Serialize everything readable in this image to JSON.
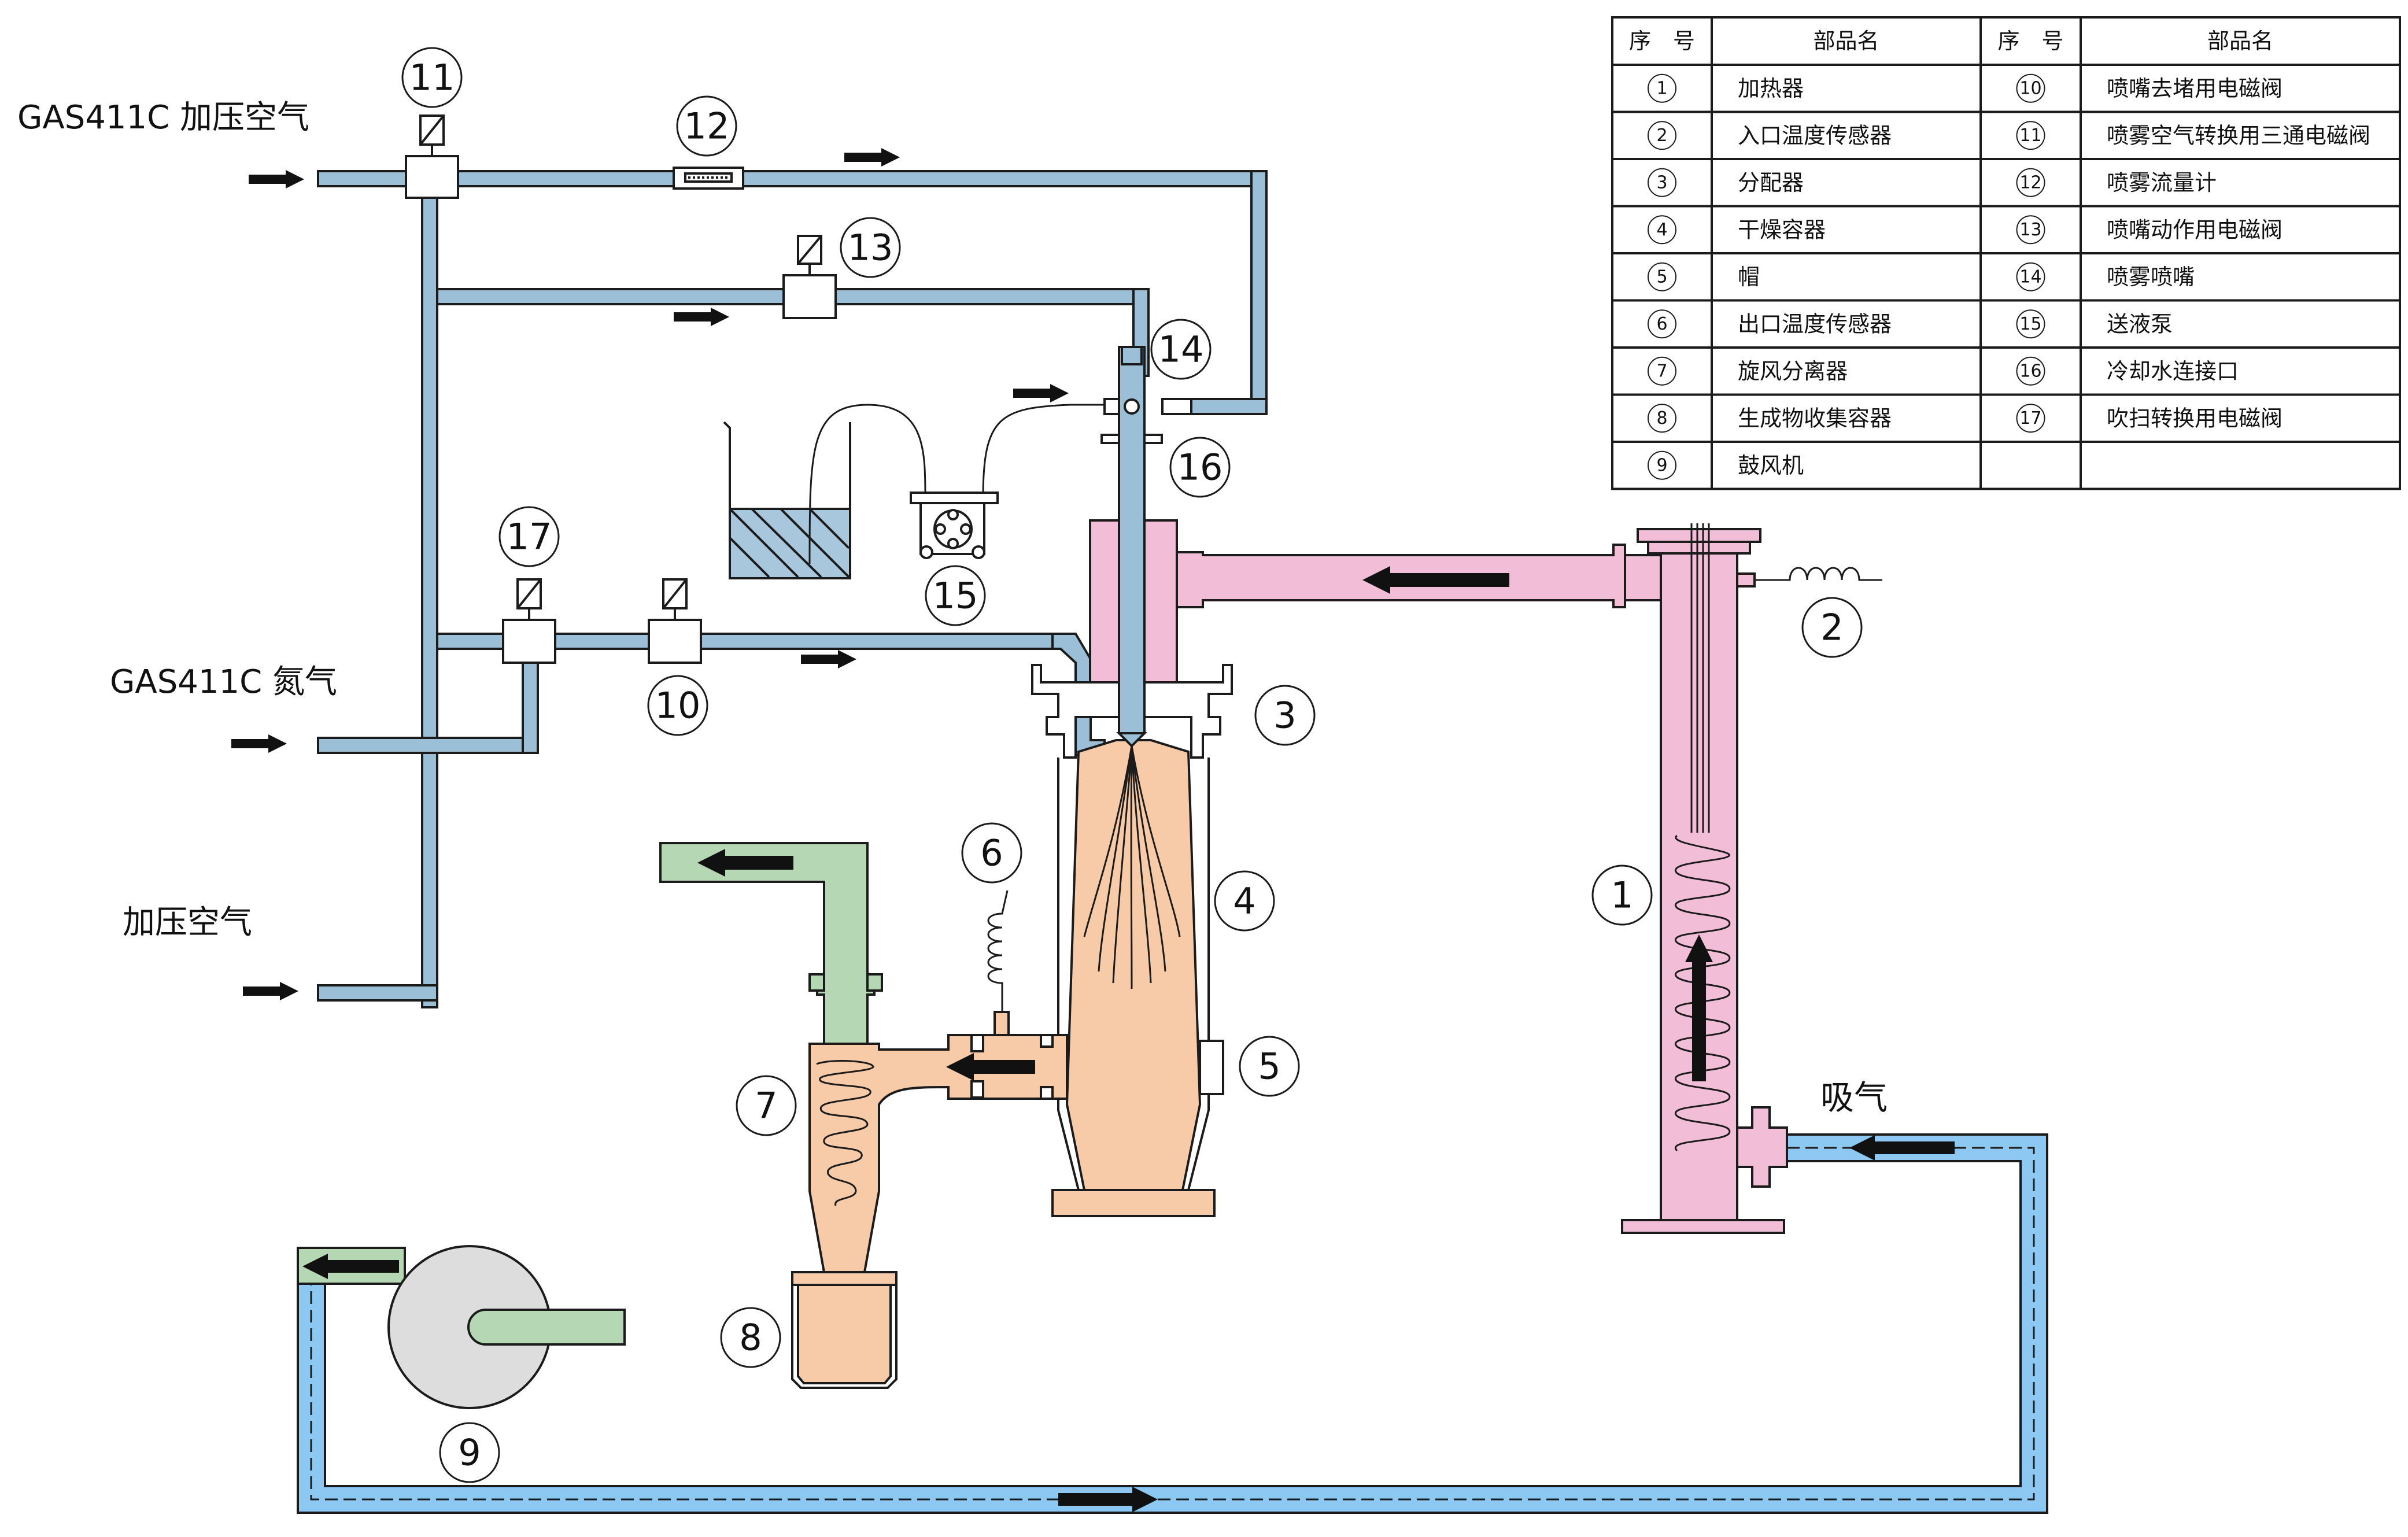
{
  "colors": {
    "air_pipe": "#9bbfd6",
    "heater": "#f2bdd6",
    "chamber": "#f7cba8",
    "exhaust": "#b5d7b4",
    "suction_loop": "#8cc8f2",
    "blower_disc": "#dddddd",
    "liquid": "#a9c7dc",
    "arrow": "#111111"
  },
  "inlets": {
    "gas_air": "GAS411C 加压空气",
    "gas_n2": "GAS411C 氮气",
    "air": "加压空气"
  },
  "suction_label": "吸气",
  "component_numbers": [
    "1",
    "2",
    "3",
    "4",
    "5",
    "6",
    "7",
    "8",
    "9",
    "10",
    "11",
    "12",
    "13",
    "14",
    "15",
    "16",
    "17"
  ],
  "table": {
    "headers": [
      "序　号",
      "部品名",
      "序　号",
      "部品名"
    ],
    "rows": [
      {
        "n1": "①",
        "p1": "加热器",
        "n2": "⑩",
        "p2": "喷嘴去堵用电磁阀"
      },
      {
        "n1": "②",
        "p1": "入口温度传感器",
        "n2": "⑪",
        "p2": "喷雾空气转换用三通电磁阀"
      },
      {
        "n1": "③",
        "p1": "分配器",
        "n2": "⑫",
        "p2": "喷雾流量计"
      },
      {
        "n1": "④",
        "p1": "干燥容器",
        "n2": "⑬",
        "p2": "喷嘴动作用电磁阀"
      },
      {
        "n1": "⑤",
        "p1": "帽",
        "n2": "⑭",
        "p2": "喷雾喷嘴"
      },
      {
        "n1": "⑥",
        "p1": "出口温度传感器",
        "n2": "⑮",
        "p2": "送液泵"
      },
      {
        "n1": "⑦",
        "p1": "旋风分离器",
        "n2": "⑯",
        "p2": "冷却水连接口"
      },
      {
        "n1": "⑧",
        "p1": "生成物收集容器",
        "n2": "⑰",
        "p2": "吹扫转换用电磁阀"
      },
      {
        "n1": "⑨",
        "p1": "鼓风机",
        "n2": "",
        "p2": ""
      }
    ]
  }
}
